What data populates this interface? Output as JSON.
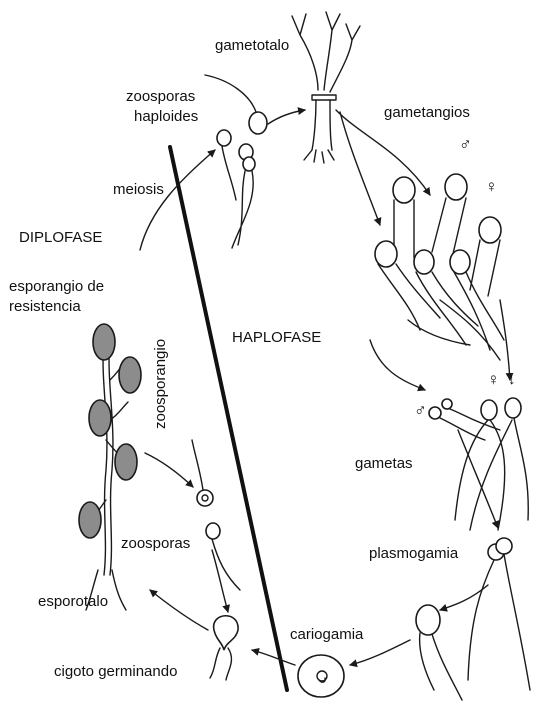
{
  "labels": {
    "gametotalo": "gametotalo",
    "zoosporas_haploides_1": "zoosporas",
    "zoosporas_haploides_2": "haploides",
    "gametangios": "gametangios",
    "meiosis": "meiosis",
    "diplofase": "DIPLOFASE",
    "esporangio_1": "esporangio de",
    "esporangio_2": "resistencia",
    "zoosporangio": "zoosporangio",
    "haplofase": "HAPLOFASE",
    "gametas": "gametas",
    "zoosporas": "zoosporas",
    "plasmogamia": "plasmogamia",
    "esporotalo": "esporotalo",
    "cariogamia": "cariogamia",
    "cigoto_germinando": "cigoto germinando"
  },
  "symbols": {
    "male": "♂",
    "female": "♀"
  }
}
